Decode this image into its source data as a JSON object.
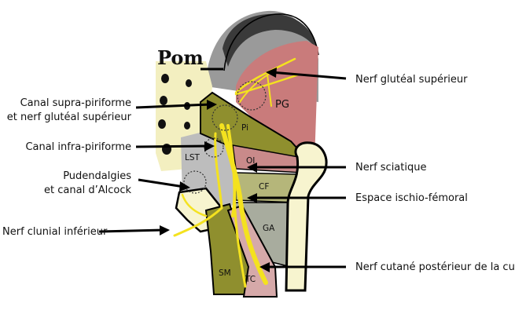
{
  "labels": {
    "nerf_gluteal_superieur": "Nerf glutéal supérieur",
    "canal_supra_line1": "Canal supra-piriforme",
    "canal_supra_line2": "et nerf glutéal supérieur",
    "canal_infra": "Canal infra-piriforme",
    "nerf_sciatique": "Nerf sciatique",
    "pudendalgies_line1": "Pudendalgies",
    "pudendalgies_line2": "et canal d’Alcock",
    "espace_ischio": "Espace ischio-fémoral",
    "nerf_clunial": "Nerf clunial inférieur",
    "nerf_cutane": "Nerf cutané postérieur de la cuisse"
  },
  "structures": {
    "pg": "PG",
    "pi": "Pi",
    "lst": "LST",
    "oi": "OI",
    "cf": "CF",
    "ga": "GA",
    "sm": "SM",
    "tc": "TC"
  },
  "handwriting": "Pom",
  "colors": {
    "gluteus": "#c97b7b",
    "piriformis": "#8f8f2e",
    "muscle_olive": "#b5b67a",
    "bone": "#f7f4cf",
    "sacrum": "#f3efc0",
    "nerve": "#f4e21f",
    "grey": "#9a9a9a"
  }
}
